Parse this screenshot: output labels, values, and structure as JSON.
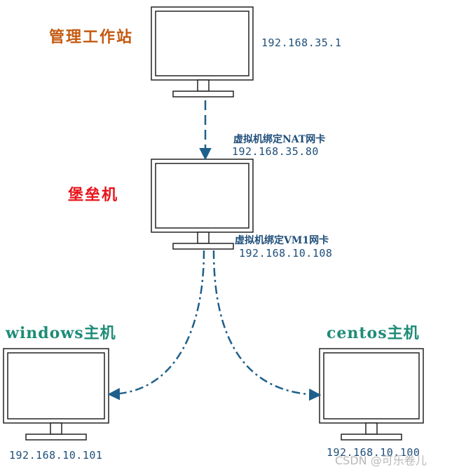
{
  "nodes": {
    "workstation": {
      "title": "管理工作站",
      "ip": "192.168.35.1"
    },
    "bastion": {
      "title": "堡垒机",
      "nic_nat_label": "虚拟机绑定NAT网卡",
      "nic_nat_ip": "192.168.35.80",
      "nic_vm1_label": "虚拟机绑定VM1网卡",
      "nic_vm1_ip": "192.168.10.108"
    },
    "windows_host": {
      "title": "windows主机",
      "ip": "192.168.10.101"
    },
    "centos_host": {
      "title": "centos主机",
      "ip": "192.168.10.100"
    }
  },
  "watermark": "CSDN @可乐卷儿",
  "colors": {
    "connector": "#1f5f8b",
    "monitor_stroke": "#222222",
    "workstation_title": "#c55a11",
    "bastion_title": "#e8141c",
    "host_title": "#1e8c77",
    "ip_text": "#1f4e79"
  }
}
